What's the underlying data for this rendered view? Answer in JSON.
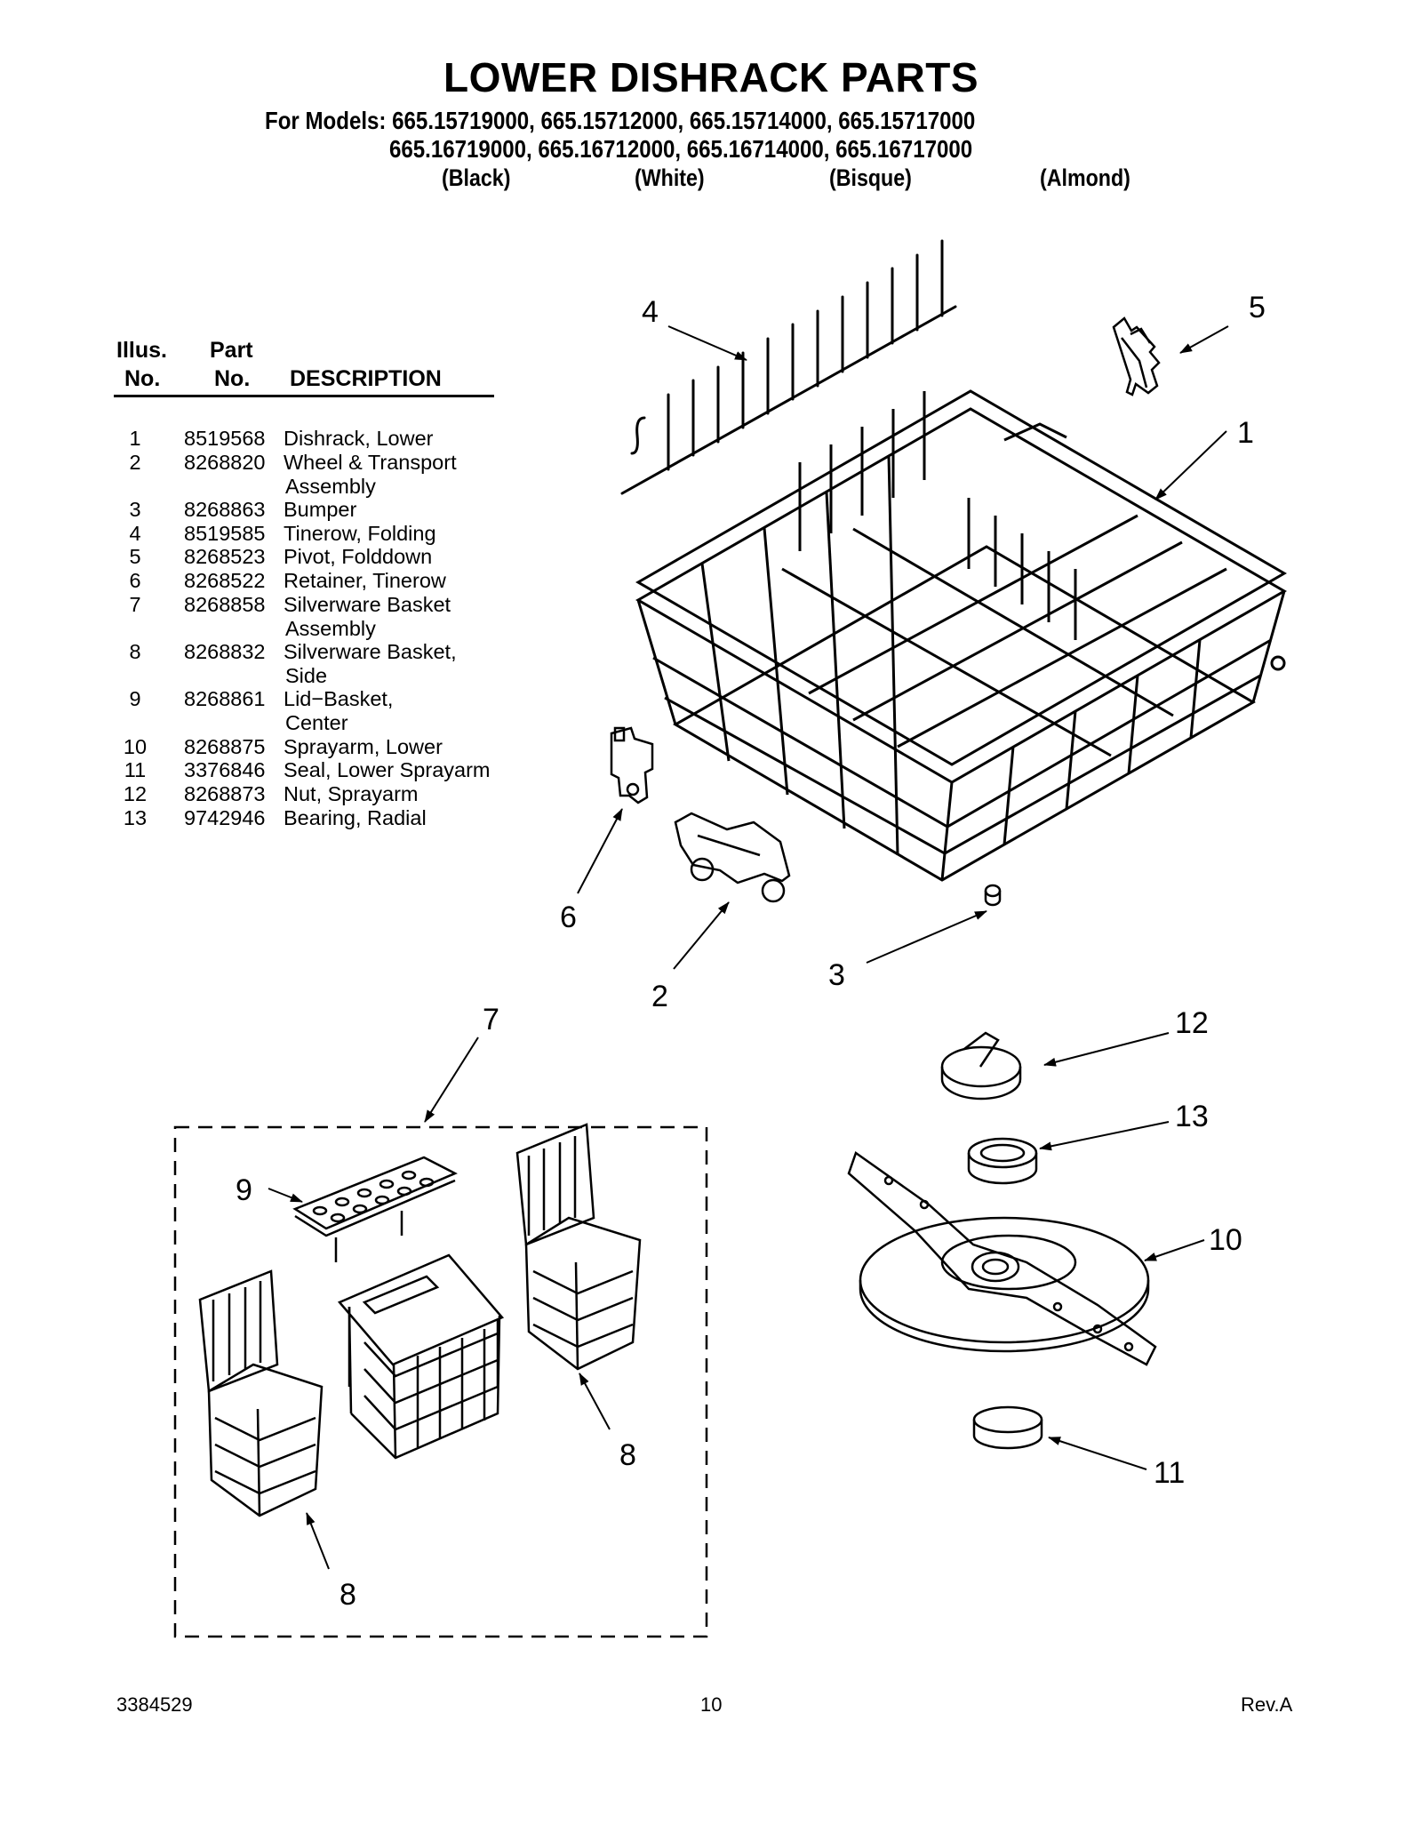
{
  "title": "LOWER DISHRACK PARTS",
  "models": {
    "line1": "For Models: 665.15719000, 665.15712000, 665.15714000, 665.15717000",
    "line2": "665.16719000, 665.16712000, 665.16714000, 665.16717000",
    "colors": [
      "(Black)",
      "(White)",
      "(Bisque)",
      "(Almond)"
    ]
  },
  "table": {
    "headers": {
      "illus": "Illus.",
      "no": "No.",
      "part": "Part",
      "part_no": "No.",
      "description": "DESCRIPTION"
    },
    "rows": [
      {
        "no": "1",
        "part": "8519568",
        "desc": "Dishrack, Lower",
        "desc2": ""
      },
      {
        "no": "2",
        "part": "8268820",
        "desc": "Wheel & Transport",
        "desc2": "Assembly"
      },
      {
        "no": "3",
        "part": "8268863",
        "desc": "Bumper",
        "desc2": ""
      },
      {
        "no": "4",
        "part": "8519585",
        "desc": "Tinerow, Folding",
        "desc2": ""
      },
      {
        "no": "5",
        "part": "8268523",
        "desc": "Pivot, Folddown",
        "desc2": ""
      },
      {
        "no": "6",
        "part": "8268522",
        "desc": "Retainer, Tinerow",
        "desc2": ""
      },
      {
        "no": "7",
        "part": "8268858",
        "desc": "Silverware Basket",
        "desc2": "Assembly"
      },
      {
        "no": "8",
        "part": "8268832",
        "desc": "Silverware Basket,",
        "desc2": "Side"
      },
      {
        "no": "9",
        "part": "8268861",
        "desc": "Lid−Basket,",
        "desc2": "Center"
      },
      {
        "no": "10",
        "part": "8268875",
        "desc": "Sprayarm, Lower",
        "desc2": ""
      },
      {
        "no": "11",
        "part": "3376846",
        "desc": "Seal, Lower Sprayarm",
        "desc2": ""
      },
      {
        "no": "12",
        "part": "8268873",
        "desc": "Nut, Sprayarm",
        "desc2": ""
      },
      {
        "no": "13",
        "part": "9742946",
        "desc": "Bearing, Radial",
        "desc2": ""
      }
    ]
  },
  "callouts": [
    "1",
    "2",
    "3",
    "4",
    "5",
    "6",
    "7",
    "8",
    "8",
    "9",
    "10",
    "11",
    "12",
    "13"
  ],
  "footer": {
    "doc_number": "3384529",
    "page": "10",
    "revision": "Rev.A"
  }
}
